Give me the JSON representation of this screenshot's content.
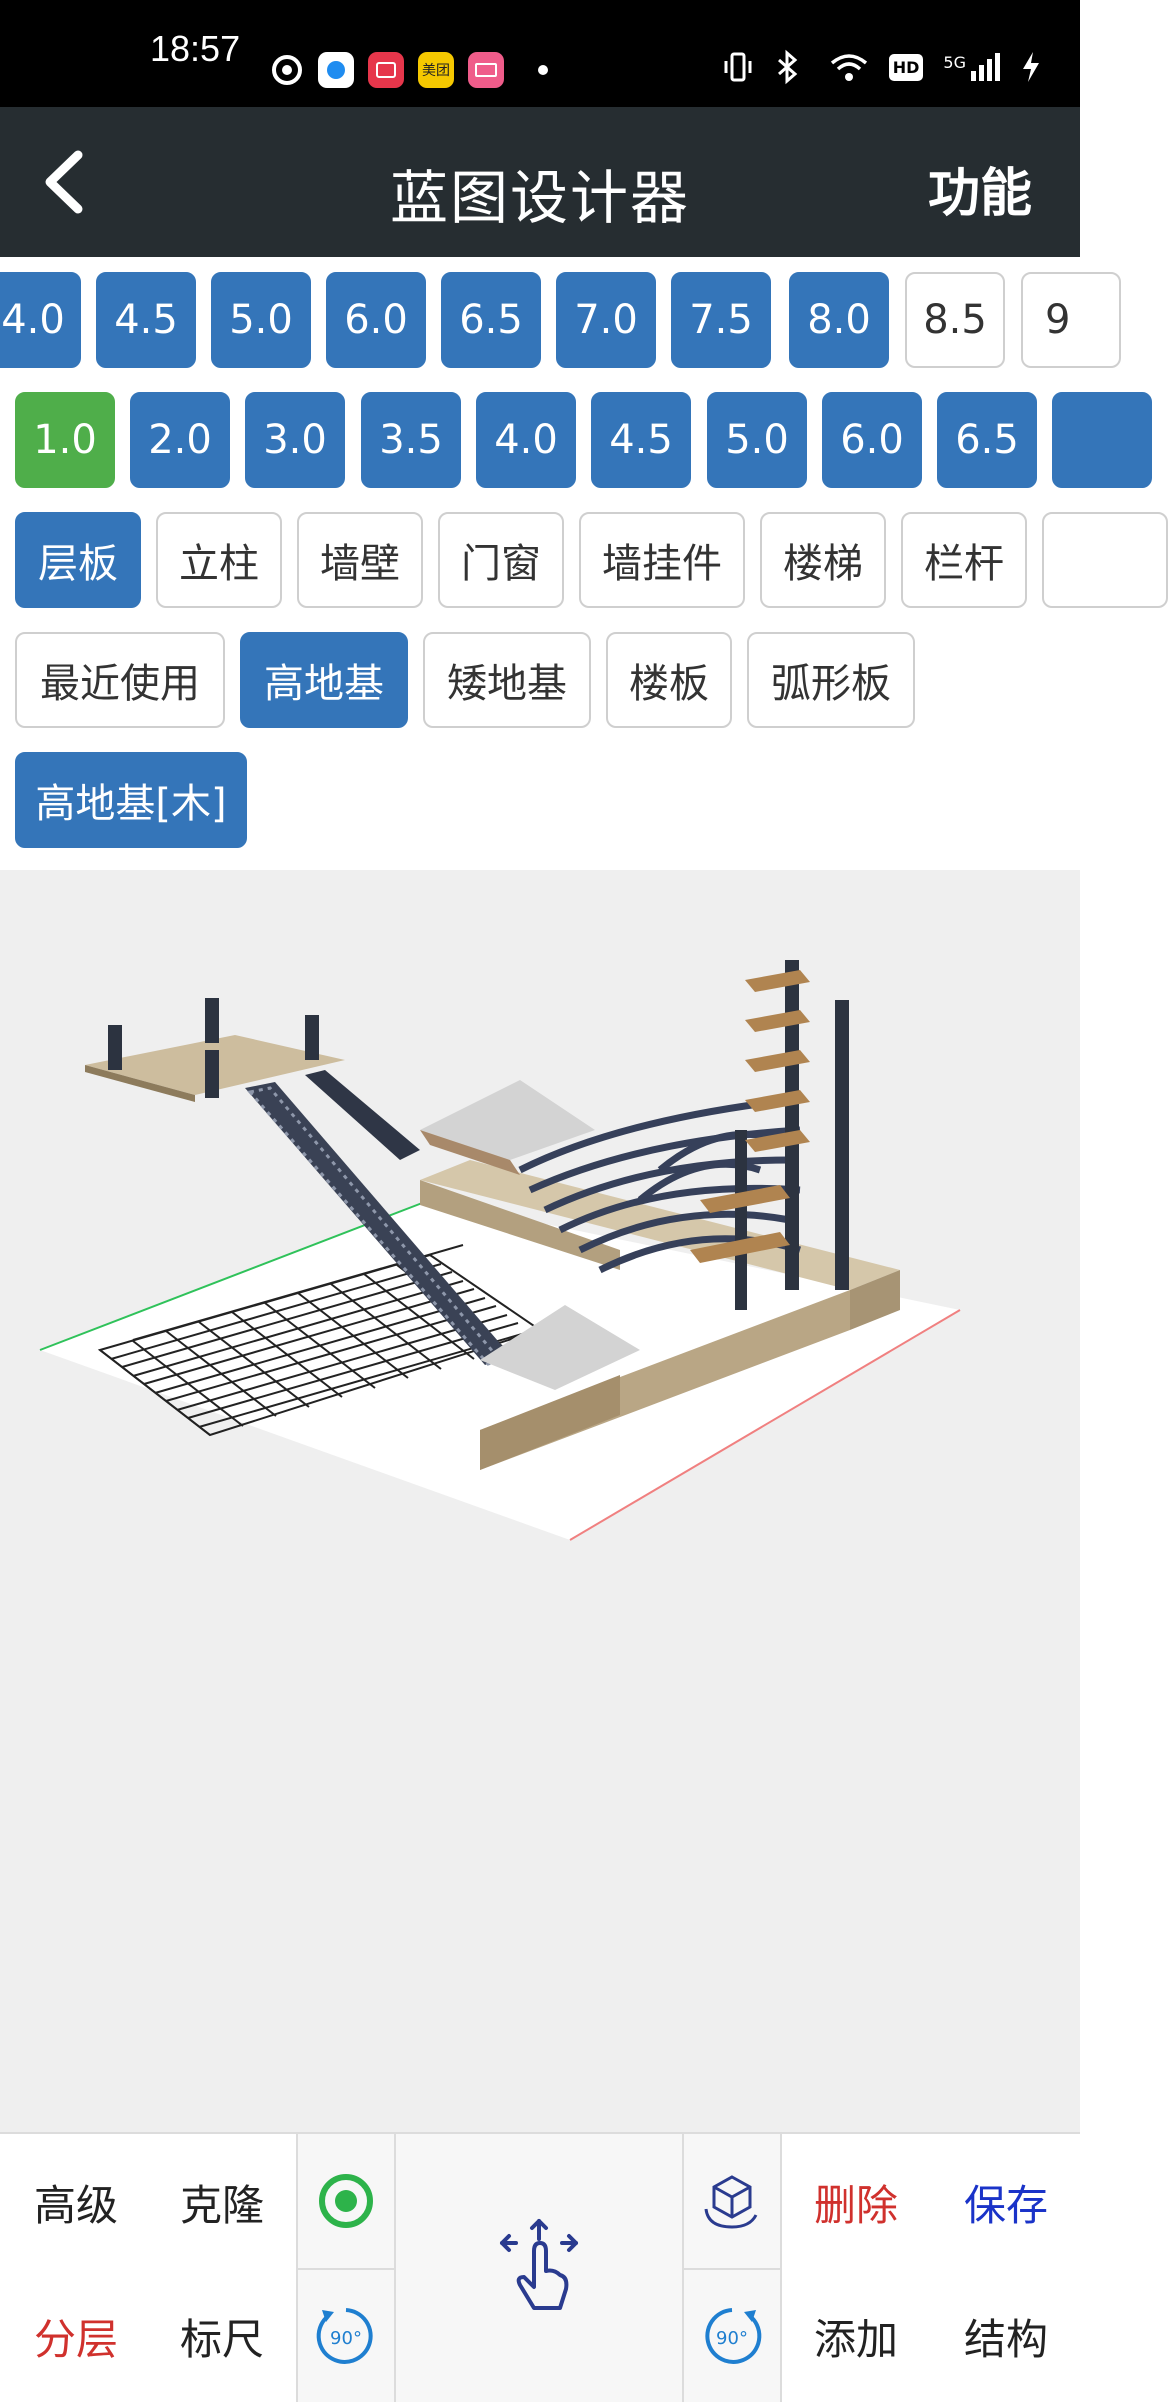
{
  "status_bar": {
    "time": "18:57",
    "left_icons": [
      "netease-music-icon",
      "camera-app-icon",
      "video-app-icon",
      "meituan-app-icon",
      "shopping-app-icon"
    ],
    "meituan_label": "美团",
    "right_icons": [
      "vibrate-icon",
      "bluetooth-icon",
      "wifi-icon",
      "hd-icon",
      "5g-signal-icon",
      "charging-icon"
    ],
    "hd_label": "HD",
    "network_label": "5G"
  },
  "header": {
    "title": "蓝图设计器",
    "function_label": "功能"
  },
  "row1": [
    {
      "label": "4.0",
      "state": "blue"
    },
    {
      "label": "4.5",
      "state": "blue"
    },
    {
      "label": "5.0",
      "state": "blue"
    },
    {
      "label": "6.0",
      "state": "blue"
    },
    {
      "label": "6.5",
      "state": "blue"
    },
    {
      "label": "7.0",
      "state": "blue"
    },
    {
      "label": "7.5",
      "state": "blue"
    },
    {
      "label": "8.0",
      "state": "blue"
    },
    {
      "label": "8.5",
      "state": "white"
    },
    {
      "label": "9",
      "state": "white"
    }
  ],
  "row2": [
    {
      "label": "1.0",
      "state": "green"
    },
    {
      "label": "2.0",
      "state": "blue"
    },
    {
      "label": "3.0",
      "state": "blue"
    },
    {
      "label": "3.5",
      "state": "blue"
    },
    {
      "label": "4.0",
      "state": "blue"
    },
    {
      "label": "4.5",
      "state": "blue"
    },
    {
      "label": "5.0",
      "state": "blue"
    },
    {
      "label": "6.0",
      "state": "blue"
    },
    {
      "label": "6.5",
      "state": "blue"
    }
  ],
  "categories": [
    {
      "label": "层板",
      "state": "blue"
    },
    {
      "label": "立柱",
      "state": "white"
    },
    {
      "label": "墙壁",
      "state": "white"
    },
    {
      "label": "门窗",
      "state": "white"
    },
    {
      "label": "墙挂件",
      "state": "white"
    },
    {
      "label": "楼梯",
      "state": "white"
    },
    {
      "label": "栏杆",
      "state": "white"
    }
  ],
  "subcategories": [
    {
      "label": "最近使用",
      "state": "white"
    },
    {
      "label": "高地基",
      "state": "blue"
    },
    {
      "label": "矮地基",
      "state": "white"
    },
    {
      "label": "楼板",
      "state": "white"
    },
    {
      "label": "弧形板",
      "state": "white"
    }
  ],
  "items": [
    {
      "label": "高地基[木]",
      "state": "blue"
    }
  ],
  "toolbar": {
    "advanced": "高级",
    "clone": "克隆",
    "layer": "分层",
    "ruler": "标尺",
    "rotate_label": "90°",
    "delete": "删除",
    "save": "保存",
    "add": "添加",
    "structure": "结构"
  },
  "colors": {
    "accent_blue": "#3475b9",
    "selected_green": "#4fae4a",
    "header_bg": "#262d31",
    "delete_red": "#d0312d",
    "save_blue": "#1a33c8",
    "layer_red": "#d0312d"
  }
}
